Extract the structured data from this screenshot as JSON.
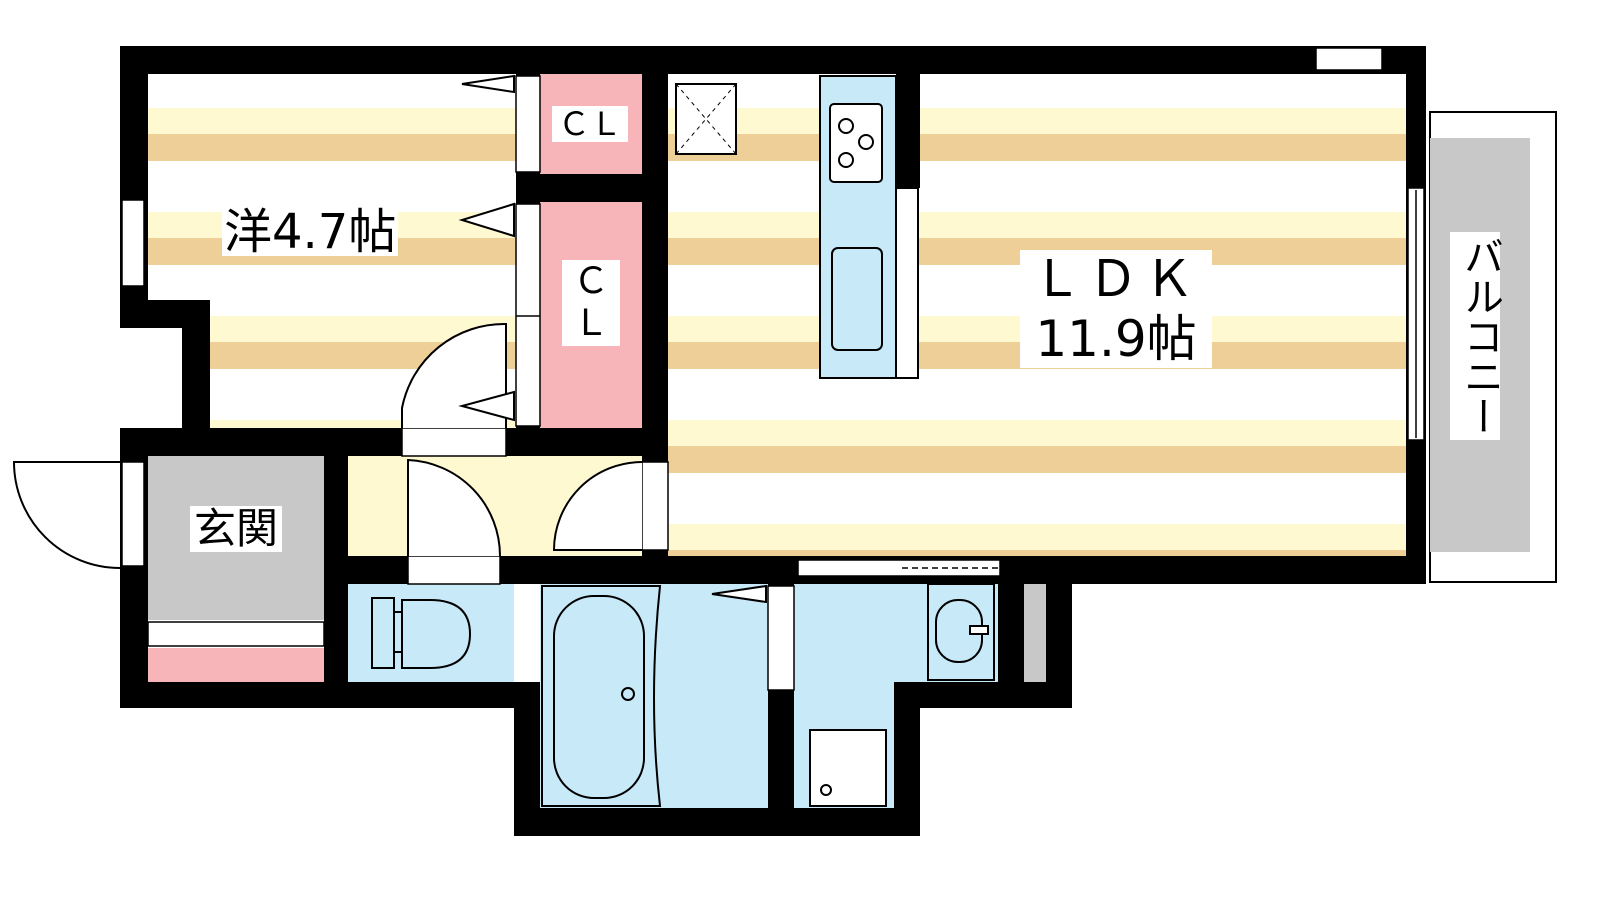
{
  "plan": {
    "rooms": {
      "western_room": {
        "name": "洋4.7帖"
      },
      "ldk": {
        "name": "ＬＤＫ",
        "size": "11.9帖"
      },
      "entrance": {
        "name": "玄関"
      },
      "closet_upper": {
        "name": "ＣＬ"
      },
      "closet_lower": {
        "line1": "Ｃ",
        "line2": "Ｌ"
      },
      "balcony": {
        "name": "バルコニー"
      }
    },
    "colors": {
      "wall": "#000000",
      "floor_stripe": "#efcf98",
      "floor_base": "#fff9d2",
      "wet_area": "#c8e9f8",
      "closet": "#f7b4b9",
      "entrance": "#c8c8c8",
      "balcony": "#c8c8c8"
    }
  }
}
